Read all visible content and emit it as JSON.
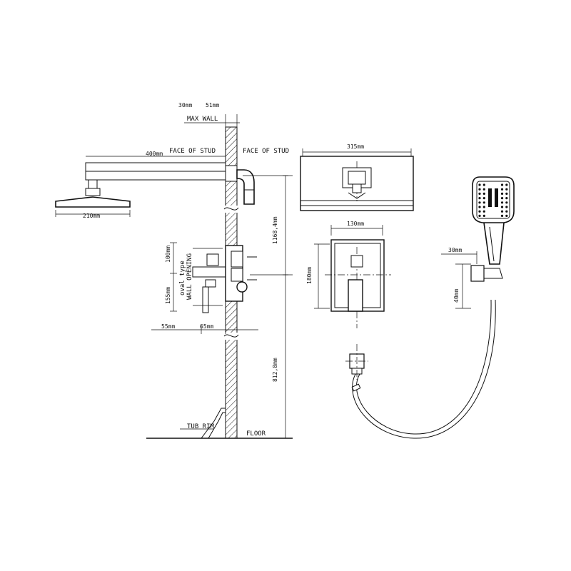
{
  "labels": {
    "top_30": "30mm",
    "top_51": "51mm",
    "max_wall": "MAX WALL",
    "face_of_stud_left": "FACE OF STUD",
    "face_of_stud_right": "FACE OF STUD",
    "arm_400": "400mm",
    "head_210": "210mm",
    "h_1168": "1168,4mm",
    "v_100": "100mm",
    "v_155": "155mm",
    "oval_1": "oval type",
    "oval_2": "WALL OPENING",
    "w_55": "55mm",
    "w_65": "65mm",
    "h_812": "812,8mm",
    "tub_rim": "TUB RIM",
    "floor": "FLOOR",
    "w_315": "315mm",
    "w_130": "130mm",
    "h_180": "180mm",
    "w_30": "30mm",
    "h_40": "40mm"
  }
}
